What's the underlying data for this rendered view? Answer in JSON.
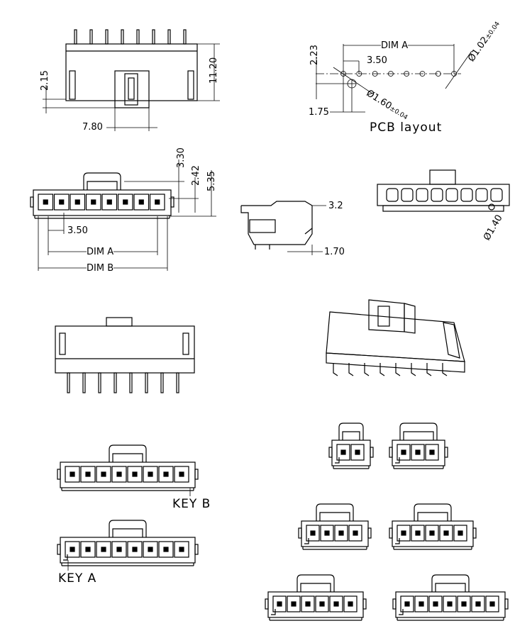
{
  "top_side_view": {
    "dim_height_small": "2.15",
    "dim_height": "11.20",
    "dim_offset": "7.80"
  },
  "pcb_layout": {
    "title": "PCB layout",
    "dim_a": "DIM A",
    "pitch": "3.50",
    "row_offset": "2.23",
    "edge_offset": "1.75",
    "hole_dia": "Ø1.02",
    "hole_tol": "±0.04",
    "peg_dia": "Ø1.60",
    "peg_tol": "±0.04"
  },
  "front_view": {
    "dim_1": "3.30",
    "dim_2": "2.42",
    "dim_3": "5.35",
    "pitch": "3.50",
    "dim_a": "DIM A",
    "dim_b": "DIM B",
    "pins": 8
  },
  "side_section": {
    "dim_1": "3.2",
    "dim_2": "1.70"
  },
  "rear_view": {
    "peg_dia": "Ø1.40"
  },
  "key_views": {
    "key_b": "KEY B",
    "key_a": "KEY A",
    "pins": 8
  },
  "variants": {
    "pin_counts": [
      2,
      3,
      4,
      5,
      6,
      7
    ]
  }
}
